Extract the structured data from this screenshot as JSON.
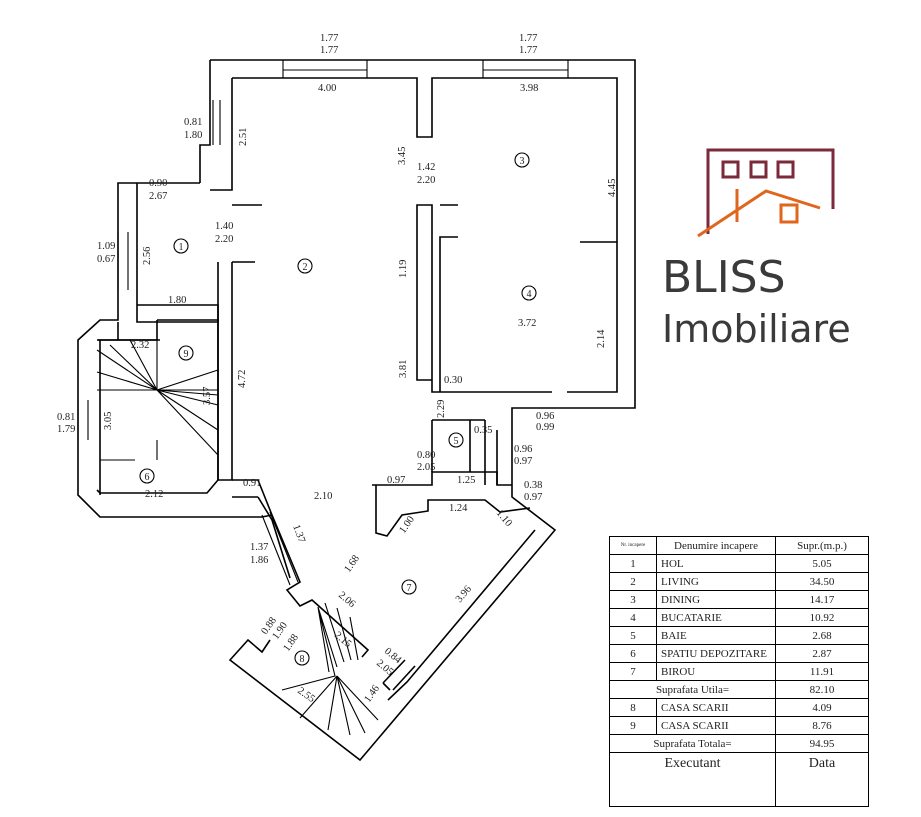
{
  "logo": {
    "line1": "BLISS",
    "line2": "Imobiliare",
    "brand_dark": "#7a2a3a",
    "brand_orange": "#e0661e"
  },
  "rooms": [
    "1",
    "2",
    "3",
    "4",
    "5",
    "6",
    "7",
    "8",
    "9"
  ],
  "dimensions": [
    "1.77",
    "1.77",
    "1.77",
    "1.77",
    "4.00",
    "3.98",
    "0.81",
    "1.80",
    "2.51",
    "3.45",
    "1.42",
    "2.20",
    "4.45",
    "0.90",
    "2.67",
    "1.40",
    "2.20",
    "1.09",
    "0.67",
    "2.56",
    "1.19",
    "1.80",
    "3.72",
    "2.14",
    "2.32",
    "4.72",
    "3.81",
    "3.57",
    "0.81",
    "1.79",
    "3.05",
    "2.29",
    "0.96",
    "0.99",
    "0.35",
    "0.80",
    "2.05",
    "0.96",
    "0.97",
    "0.97",
    "1.25",
    "0.91",
    "0.38",
    "0.97",
    "2.10",
    "2.12",
    "1.24",
    "1.00",
    "1.10",
    "1.37",
    "1.37",
    "1.86",
    "1.68",
    "2.06",
    "3.96",
    "0.88",
    "1.90",
    "1.88",
    "2.15",
    "0.84",
    "2.05",
    "2.55",
    "1.46",
    "0.30"
  ],
  "table": {
    "headers": [
      "Nr. incapere",
      "Denumire incapere",
      "Supr.(m.p.)"
    ],
    "rows": [
      {
        "nr": "1",
        "name": "HOL",
        "area": "5.05"
      },
      {
        "nr": "2",
        "name": "LIVING",
        "area": "34.50"
      },
      {
        "nr": "3",
        "name": "DINING",
        "area": "14.17"
      },
      {
        "nr": "4",
        "name": "BUCATARIE",
        "area": "10.92"
      },
      {
        "nr": "5",
        "name": "BAIE",
        "area": "2.68"
      },
      {
        "nr": "6",
        "name": "SPATIU DEPOZITARE",
        "area": "2.87"
      },
      {
        "nr": "7",
        "name": "BIROU",
        "area": "11.91"
      }
    ],
    "subtotal_label": "Suprafata Utila=",
    "subtotal": "82.10",
    "rows2": [
      {
        "nr": "8",
        "name": "CASA SCARII",
        "area": "4.09"
      },
      {
        "nr": "9",
        "name": "CASA SCARII",
        "area": "8.76"
      }
    ],
    "total_label": "Suprafata Totala=",
    "total": "94.95",
    "executant": "Executant",
    "data": "Data"
  }
}
